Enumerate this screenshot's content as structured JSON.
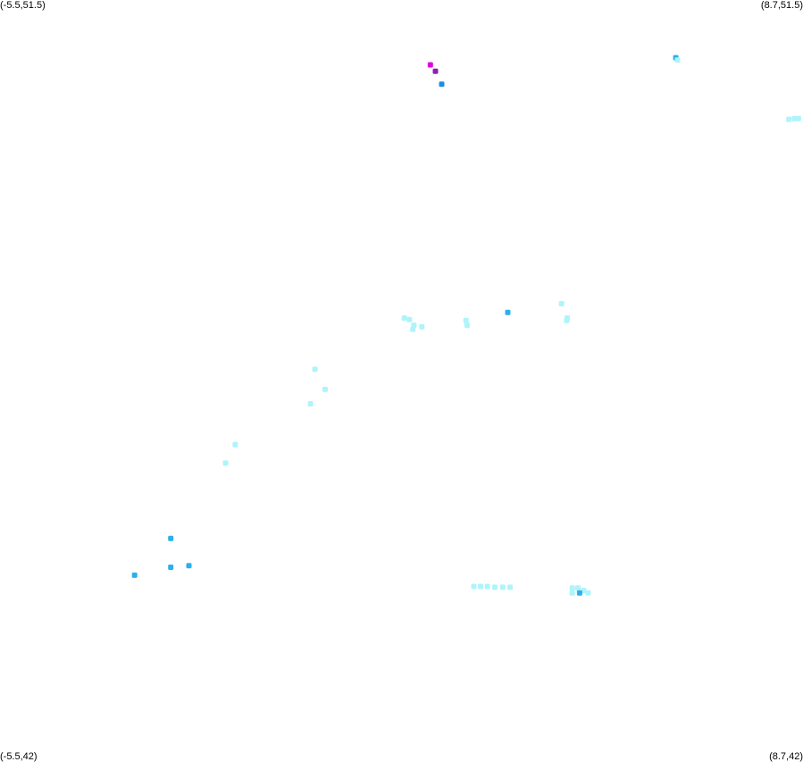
{
  "corners": {
    "top_left": "(-5.5,51.5)",
    "top_right": "(8.7,51.5)",
    "bottom_left": "(-5.5,42)",
    "bottom_right": "(8.7,42)"
  },
  "colors": {
    "background": "#ffffff",
    "light_cyan": "#aef4fb",
    "sky_blue": "#2ab0ec",
    "mid_blue": "#1e8fe0",
    "magenta": "#e400e4",
    "purple": "#8a1fb8"
  },
  "chart_data": {
    "type": "scatter",
    "xlim": [
      -5.5,
      8.7
    ],
    "ylim": [
      42,
      51.5
    ],
    "grid": false,
    "points": [
      {
        "x": 2.11,
        "y": 50.69,
        "color": "magenta"
      },
      {
        "x": 2.2,
        "y": 50.61,
        "color": "purple"
      },
      {
        "x": 2.31,
        "y": 50.45,
        "color": "mid_blue"
      },
      {
        "x": 6.45,
        "y": 50.78,
        "color": "sky_blue"
      },
      {
        "x": 6.48,
        "y": 50.75,
        "color": "light_cyan"
      },
      {
        "x": 8.55,
        "y": 50.02,
        "color": "light_cyan"
      },
      {
        "x": 8.62,
        "y": 50.02,
        "color": "light_cyan"
      },
      {
        "x": 8.45,
        "y": 50.01,
        "color": "light_cyan"
      },
      {
        "x": 1.65,
        "y": 47.53,
        "color": "light_cyan"
      },
      {
        "x": 1.74,
        "y": 47.51,
        "color": "light_cyan"
      },
      {
        "x": 1.82,
        "y": 47.44,
        "color": "light_cyan"
      },
      {
        "x": 1.8,
        "y": 47.39,
        "color": "light_cyan"
      },
      {
        "x": 1.96,
        "y": 47.42,
        "color": "light_cyan"
      },
      {
        "x": 2.74,
        "y": 47.5,
        "color": "light_cyan"
      },
      {
        "x": 2.76,
        "y": 47.44,
        "color": "light_cyan"
      },
      {
        "x": 3.48,
        "y": 47.6,
        "color": "sky_blue"
      },
      {
        "x": 4.43,
        "y": 47.71,
        "color": "light_cyan"
      },
      {
        "x": 4.53,
        "y": 47.53,
        "color": "light_cyan"
      },
      {
        "x": 4.52,
        "y": 47.5,
        "color": "light_cyan"
      },
      {
        "x": 0.07,
        "y": 46.89,
        "color": "light_cyan"
      },
      {
        "x": 0.25,
        "y": 46.64,
        "color": "light_cyan"
      },
      {
        "x": -0.01,
        "y": 46.46,
        "color": "light_cyan"
      },
      {
        "x": -1.34,
        "y": 45.95,
        "color": "light_cyan"
      },
      {
        "x": -1.51,
        "y": 45.72,
        "color": "light_cyan"
      },
      {
        "x": -2.48,
        "y": 44.78,
        "color": "sky_blue"
      },
      {
        "x": -2.16,
        "y": 44.44,
        "color": "sky_blue"
      },
      {
        "x": -2.48,
        "y": 44.42,
        "color": "sky_blue"
      },
      {
        "x": -3.12,
        "y": 44.32,
        "color": "sky_blue"
      },
      {
        "x": 2.88,
        "y": 44.18,
        "color": "light_cyan"
      },
      {
        "x": 3.0,
        "y": 44.18,
        "color": "light_cyan"
      },
      {
        "x": 3.12,
        "y": 44.18,
        "color": "light_cyan"
      },
      {
        "x": 3.25,
        "y": 44.17,
        "color": "light_cyan"
      },
      {
        "x": 3.39,
        "y": 44.17,
        "color": "light_cyan"
      },
      {
        "x": 3.52,
        "y": 44.17,
        "color": "light_cyan"
      },
      {
        "x": 4.62,
        "y": 44.16,
        "color": "light_cyan"
      },
      {
        "x": 4.72,
        "y": 44.16,
        "color": "light_cyan"
      },
      {
        "x": 4.82,
        "y": 44.13,
        "color": "light_cyan"
      },
      {
        "x": 4.62,
        "y": 44.1,
        "color": "light_cyan"
      },
      {
        "x": 4.9,
        "y": 44.1,
        "color": "light_cyan"
      },
      {
        "x": 4.75,
        "y": 44.1,
        "color": "sky_blue"
      }
    ]
  }
}
